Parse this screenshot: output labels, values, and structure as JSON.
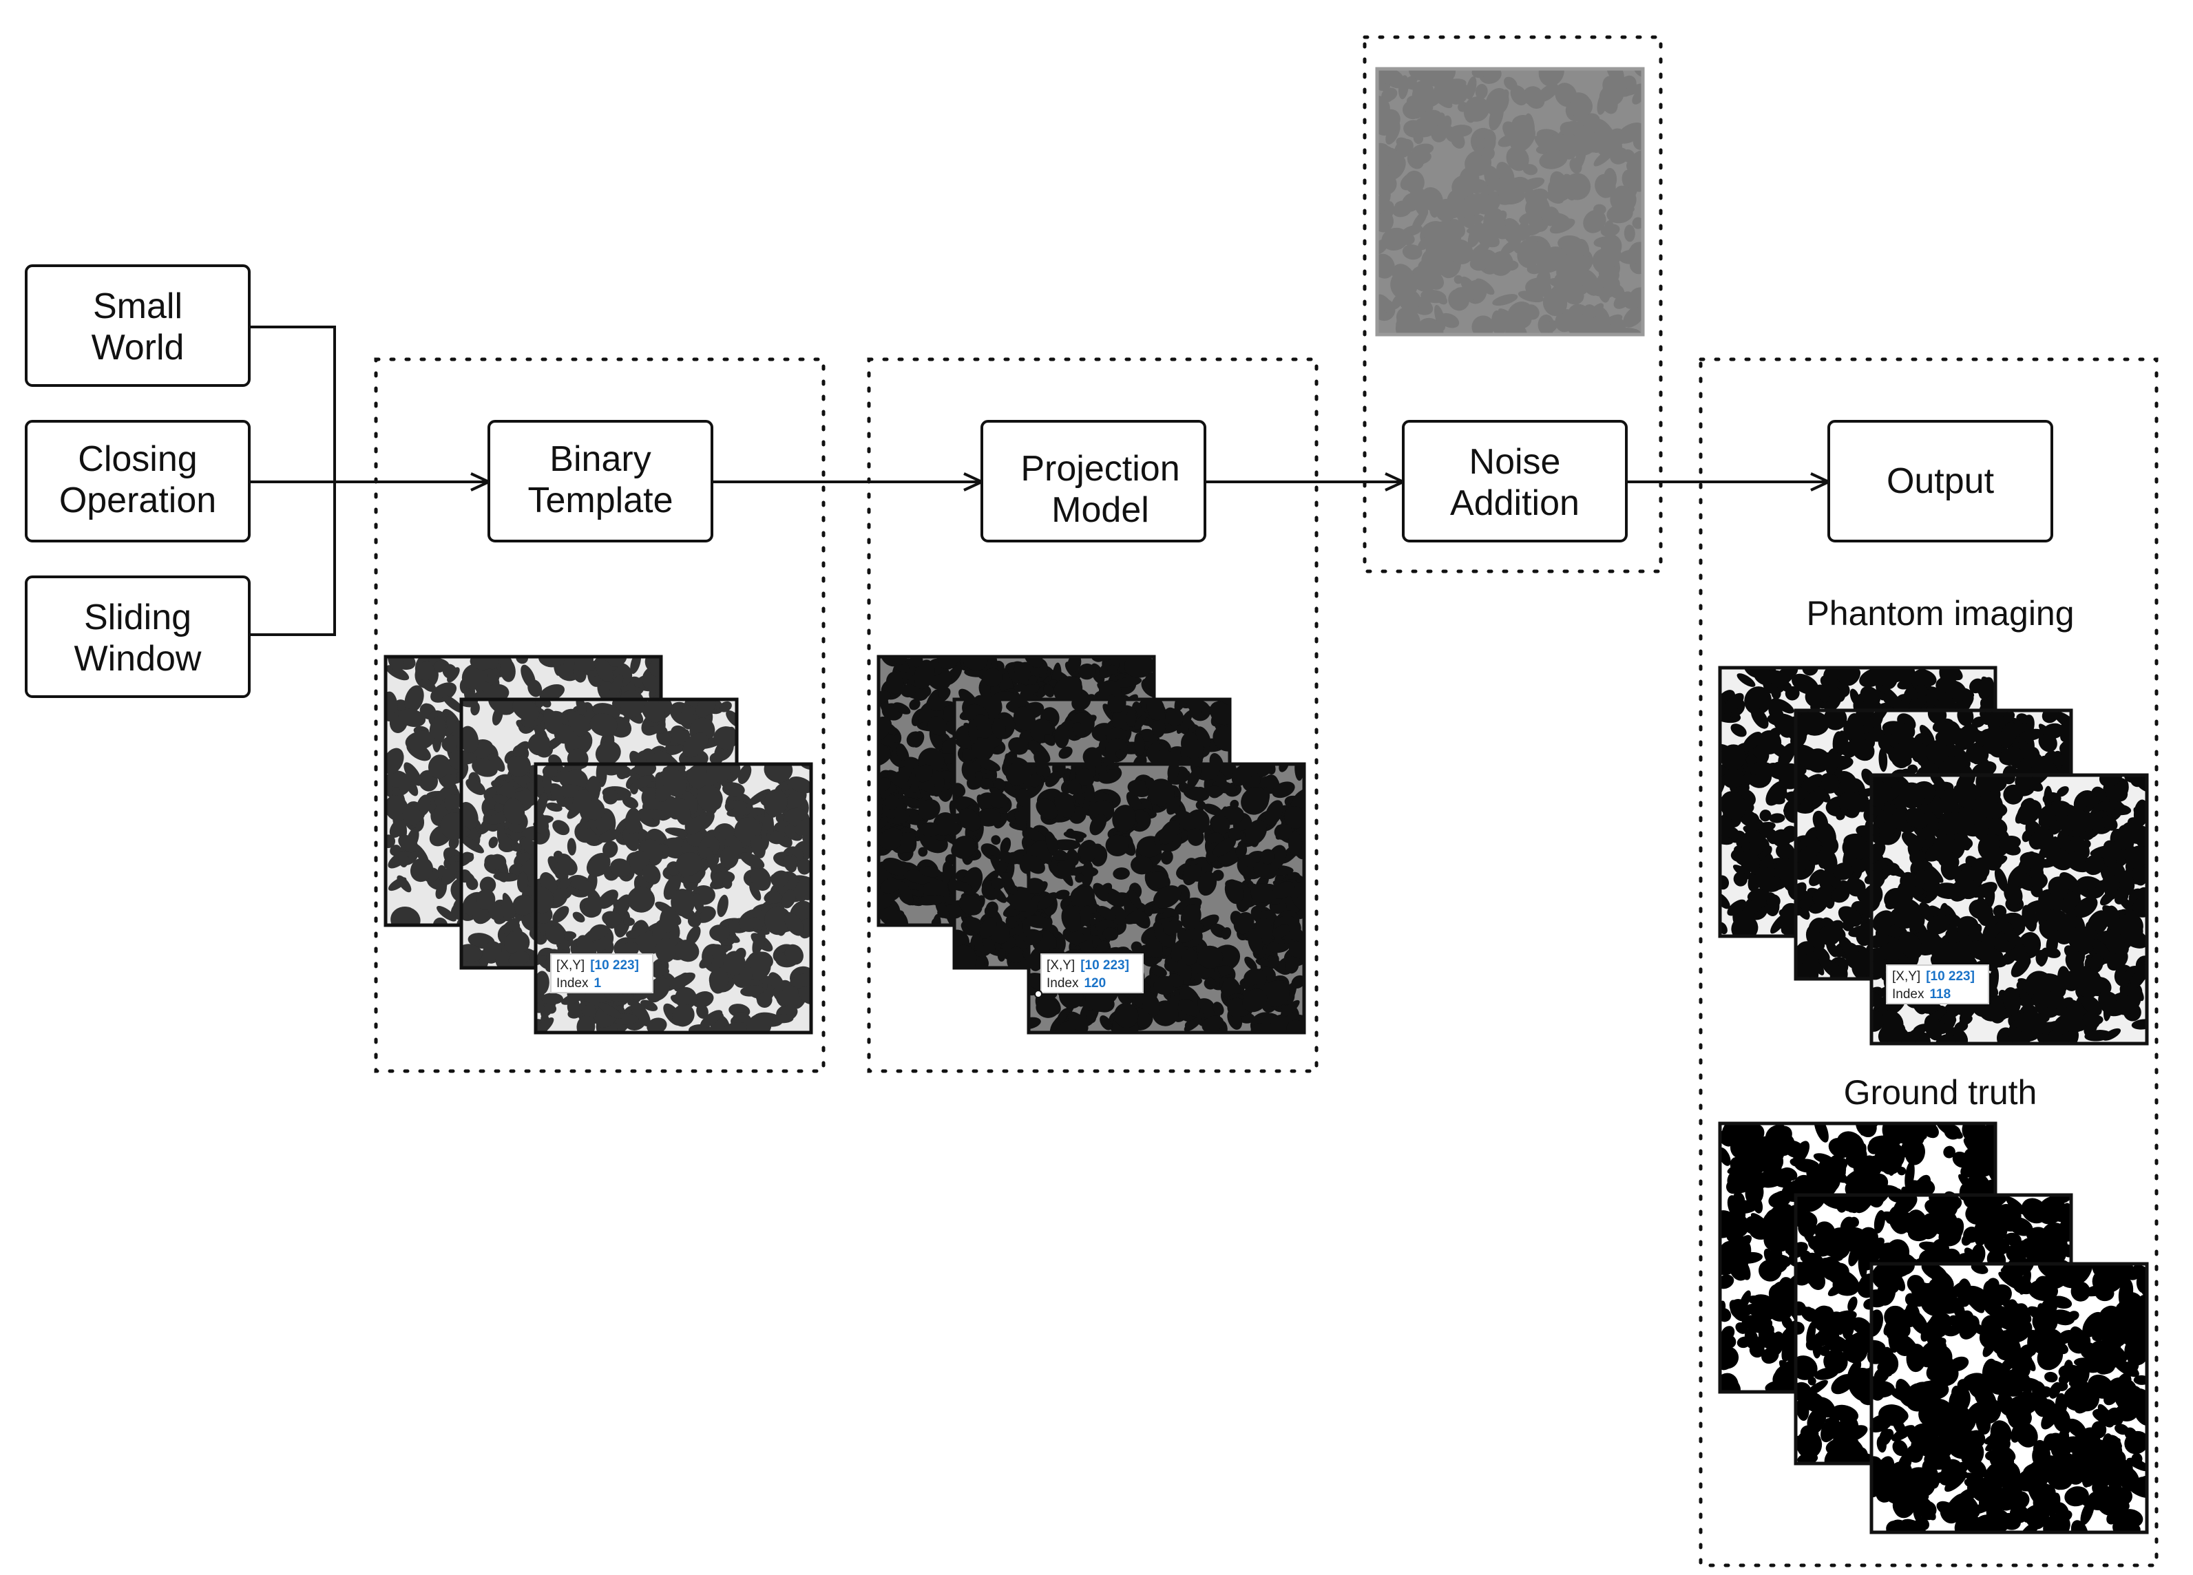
{
  "inputs": [
    {
      "id": "small-world",
      "lines": [
        "Small",
        "World"
      ]
    },
    {
      "id": "closing-operation",
      "lines": [
        "Closing",
        "Operation"
      ]
    },
    {
      "id": "sliding-window",
      "lines": [
        "Sliding",
        "Window"
      ]
    }
  ],
  "stages": {
    "binary_template": [
      "Binary",
      "Template"
    ],
    "projection_model": [
      "Projection",
      "Model"
    ],
    "noise_addition": [
      "Noise",
      "Addition"
    ],
    "output": [
      "Output"
    ]
  },
  "captions": {
    "phantom": "Phantom imaging",
    "ground_truth": "Ground truth"
  },
  "tooltips": {
    "binary": {
      "xy_label": "[X,Y]",
      "xy_value": "[10 223]",
      "index_label": "Index",
      "index_value": "1"
    },
    "projection": {
      "xy_label": "[X,Y]",
      "xy_value": "[10 223]",
      "index_label": "Index",
      "index_value": "120"
    },
    "phantom": {
      "xy_label": "[X,Y]",
      "xy_value": "[10 223]",
      "index_label": "Index",
      "index_value": "118"
    }
  },
  "colors": {
    "binary_bg": "#e8e8e8",
    "binary_blob": "#333333",
    "projection_bg": "#808080",
    "projection_blob": "#111111",
    "phantom_bg": "#f0f0f0",
    "phantom_blob": "#0a0a0a",
    "truth_bg": "#ffffff",
    "truth_blob": "#000000",
    "noise_bg": "#8c8c8c",
    "noise_blob": "#7a7a7a",
    "tooltip_value": "#1a73c8"
  }
}
